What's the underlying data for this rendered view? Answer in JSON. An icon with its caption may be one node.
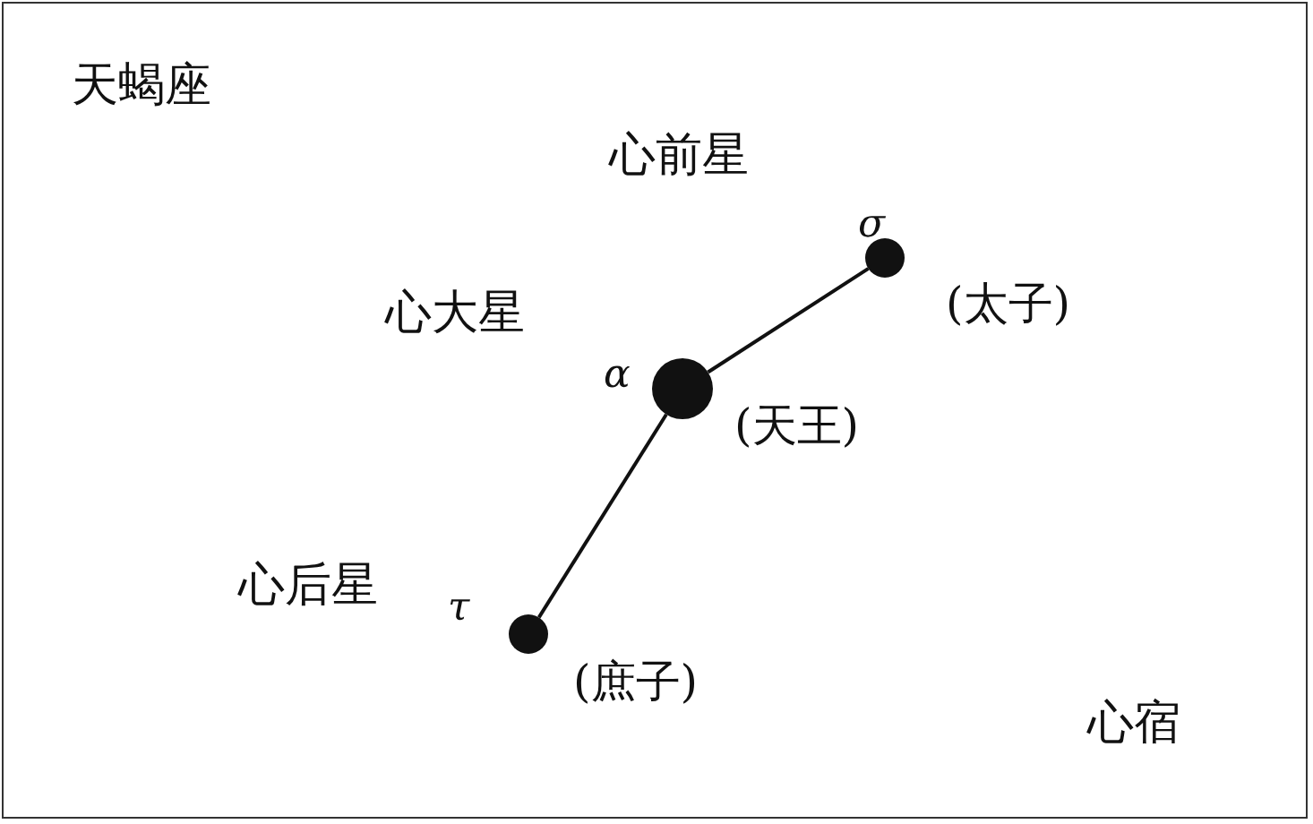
{
  "diagram": {
    "nodes": [
      {
        "text": [],
        "shape": "circle",
        "beside": [
          "σ",
          "(太子)"
        ]
      },
      {
        "text": [],
        "shape": "circle",
        "beside": [
          "α",
          "(天王)"
        ]
      },
      {
        "text": [],
        "shape": "circle",
        "beside": [
          "τ",
          "(庶子)"
        ]
      }
    ],
    "edges": [
      {
        "from": 1,
        "to": 0,
        "arrow": "none"
      },
      {
        "from": 1,
        "to": 2,
        "arrow": "none"
      }
    ],
    "labels": [
      "天蝎座",
      "心前星",
      "心大星",
      "心后星",
      "心宿"
    ]
  }
}
